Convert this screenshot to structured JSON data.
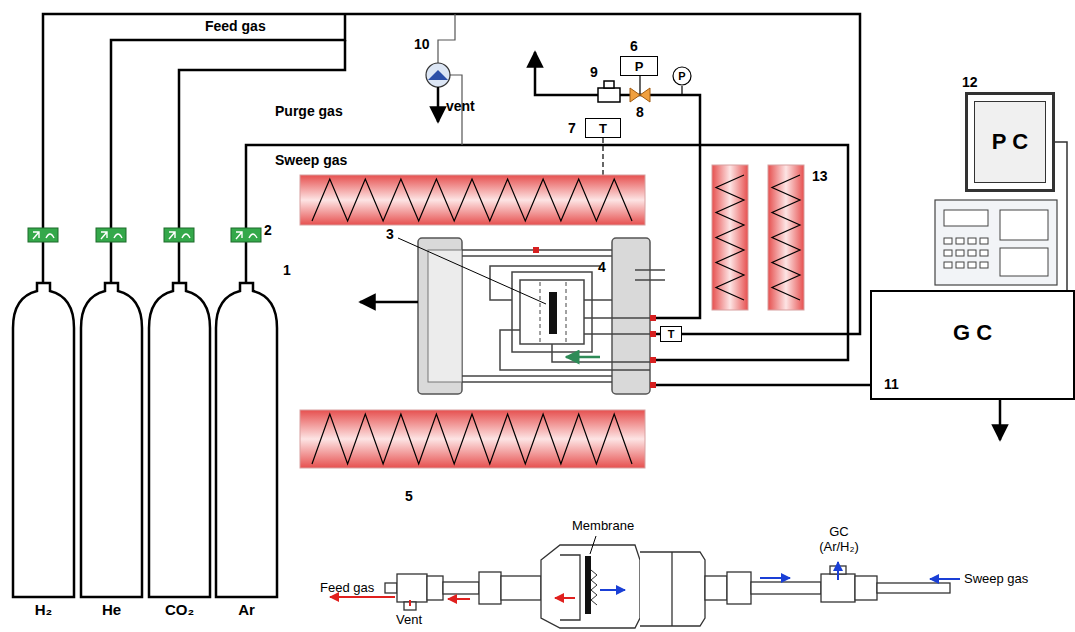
{
  "diagram": {
    "nodes": [
      {
        "text": [
          "H₂"
        ]
      },
      {
        "text": [
          "He"
        ]
      },
      {
        "text": [
          "CO₂"
        ]
      },
      {
        "text": [
          "Ar"
        ]
      },
      {
        "text": [
          "P"
        ]
      },
      {
        "text": [
          "T"
        ]
      },
      {
        "text": [
          "P"
        ]
      },
      {
        "text": [
          "T"
        ]
      },
      {
        "text": [
          "P C"
        ]
      },
      {
        "text": [
          "G C"
        ]
      }
    ],
    "edges": [
      {
        "from": 8,
        "to": 9,
        "arrow": "none"
      }
    ],
    "labels": [
      "Feed gas",
      "Purge gas",
      "Sweep gas",
      "vent",
      "1",
      "2",
      "3",
      "4",
      "5",
      "6",
      "7",
      "8",
      "9",
      "10",
      "11",
      "12",
      "13",
      "Membrane",
      "Feed gas",
      "Vent",
      "GC (Ar/H₂)",
      "Sweep gas"
    ]
  }
}
